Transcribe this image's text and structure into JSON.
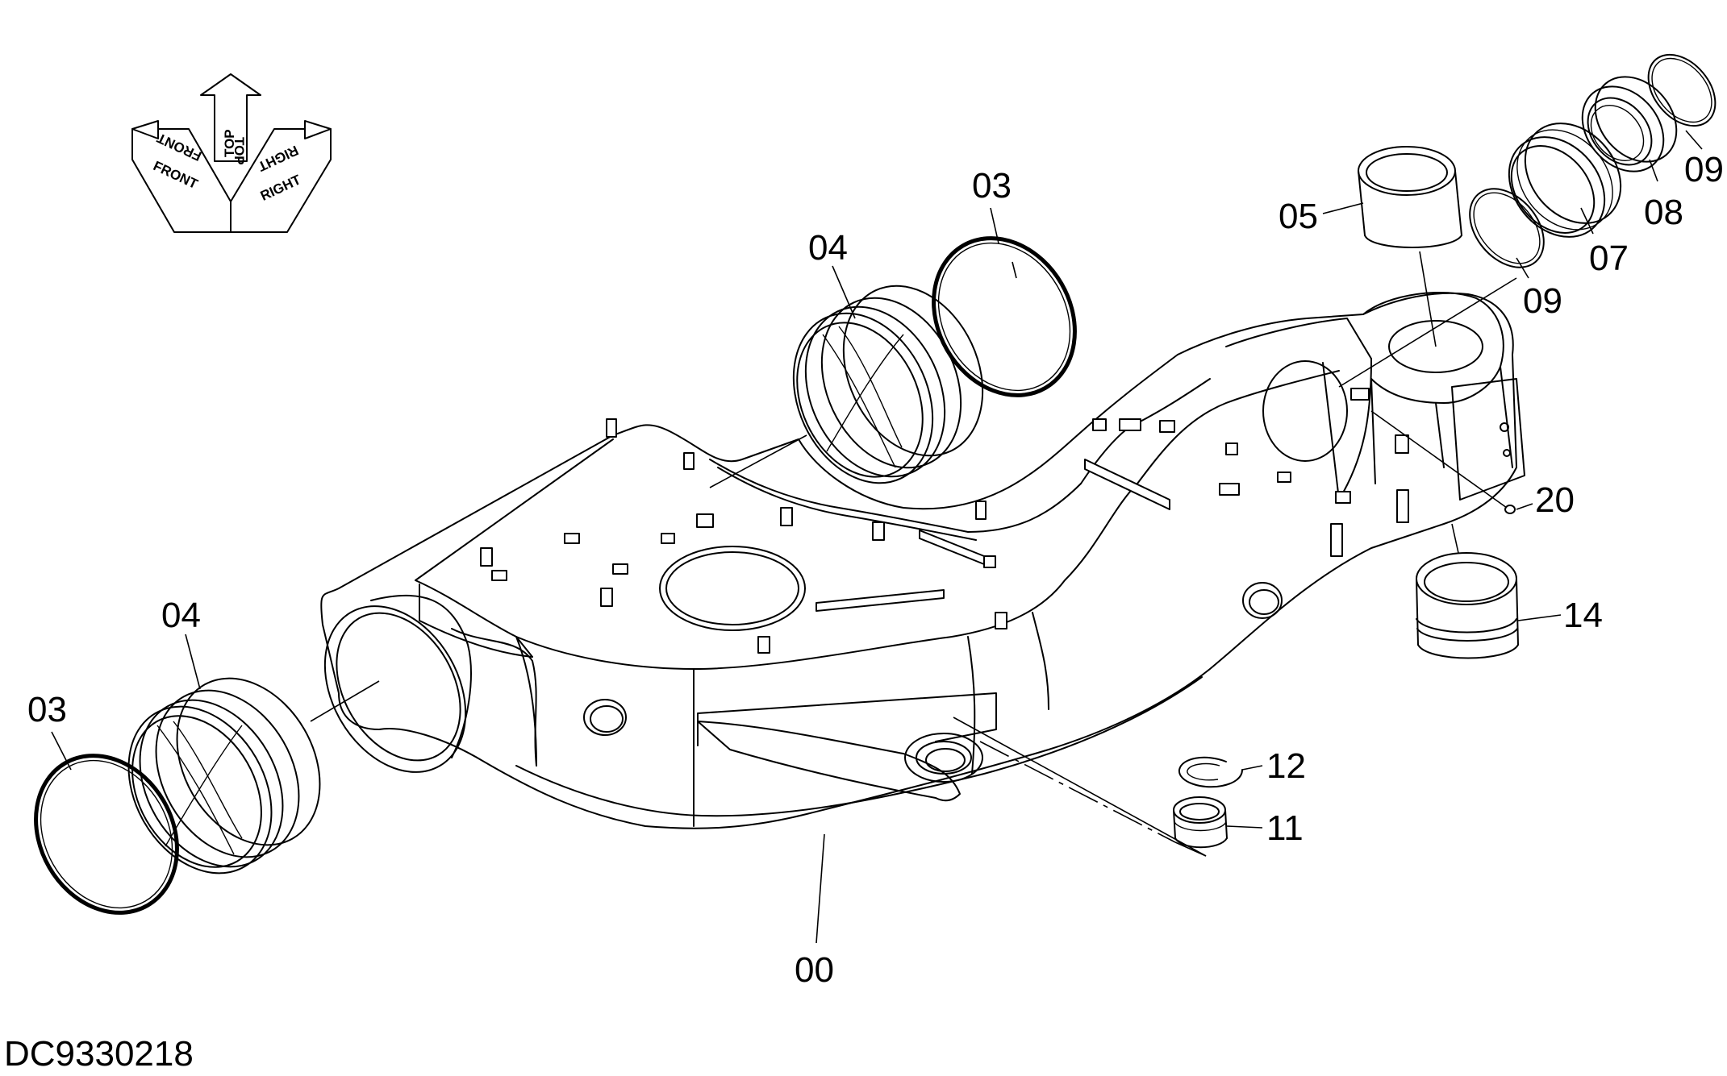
{
  "document_number": "DC9330218",
  "orientation_labels": {
    "front": "FRONT",
    "top": "TOP",
    "right": "RIGHT"
  },
  "callouts": [
    {
      "id": "c-03-left",
      "label": "03"
    },
    {
      "id": "c-04-left",
      "label": "04"
    },
    {
      "id": "c-04-top",
      "label": "04"
    },
    {
      "id": "c-03-top",
      "label": "03"
    },
    {
      "id": "c-05",
      "label": "05"
    },
    {
      "id": "c-09-mid",
      "label": "09"
    },
    {
      "id": "c-07",
      "label": "07"
    },
    {
      "id": "c-08",
      "label": "08"
    },
    {
      "id": "c-09-top",
      "label": "09"
    },
    {
      "id": "c-20",
      "label": "20"
    },
    {
      "id": "c-14",
      "label": "14"
    },
    {
      "id": "c-12",
      "label": "12"
    },
    {
      "id": "c-11",
      "label": "11"
    },
    {
      "id": "c-00",
      "label": "00"
    }
  ]
}
